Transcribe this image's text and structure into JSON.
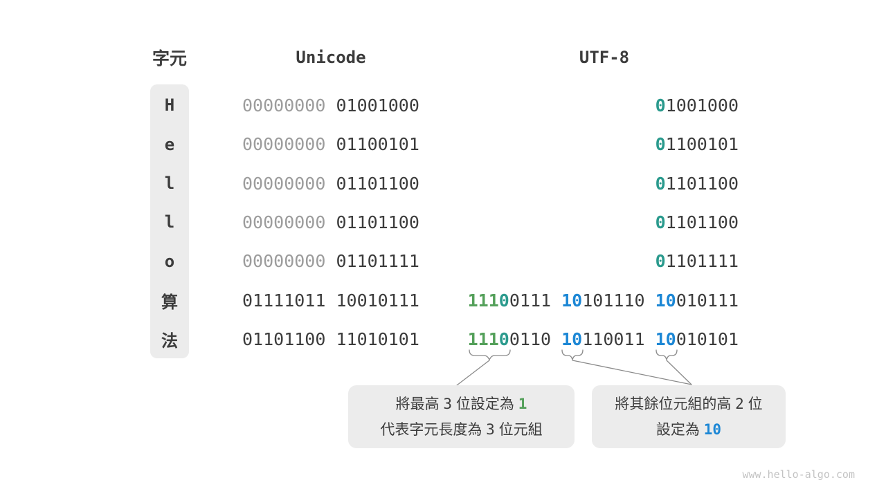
{
  "colors": {
    "dark": "#3c3c3c",
    "gray": "#9c9c9c",
    "green": "#54a05a",
    "teal": "#2a9a8d",
    "blue": "#1c87d5",
    "box": "#ececec",
    "line": "#8a8a8a",
    "watermark_color": "#c3c3c3"
  },
  "headers": {
    "char": "字元",
    "unicode": "Unicode",
    "utf8": "UTF-8"
  },
  "rows": [
    {
      "char": "H",
      "unicode": [
        {
          "t": "00000000 ",
          "c": "gray"
        },
        {
          "t": "01001000",
          "c": "dark"
        }
      ],
      "utf8": [
        {
          "t": "0",
          "c": "teal"
        },
        {
          "t": "1001000",
          "c": "dark"
        }
      ]
    },
    {
      "char": "e",
      "unicode": [
        {
          "t": "00000000 ",
          "c": "gray"
        },
        {
          "t": "01100101",
          "c": "dark"
        }
      ],
      "utf8": [
        {
          "t": "0",
          "c": "teal"
        },
        {
          "t": "1100101",
          "c": "dark"
        }
      ]
    },
    {
      "char": "l",
      "unicode": [
        {
          "t": "00000000 ",
          "c": "gray"
        },
        {
          "t": "01101100",
          "c": "dark"
        }
      ],
      "utf8": [
        {
          "t": "0",
          "c": "teal"
        },
        {
          "t": "1101100",
          "c": "dark"
        }
      ]
    },
    {
      "char": "l",
      "unicode": [
        {
          "t": "00000000 ",
          "c": "gray"
        },
        {
          "t": "01101100",
          "c": "dark"
        }
      ],
      "utf8": [
        {
          "t": "0",
          "c": "teal"
        },
        {
          "t": "1101100",
          "c": "dark"
        }
      ]
    },
    {
      "char": "o",
      "unicode": [
        {
          "t": "00000000 ",
          "c": "gray"
        },
        {
          "t": "01101111",
          "c": "dark"
        }
      ],
      "utf8": [
        {
          "t": "0",
          "c": "teal"
        },
        {
          "t": "1101111",
          "c": "dark"
        }
      ]
    },
    {
      "char": "算",
      "unicode": [
        {
          "t": "01111011 10010111",
          "c": "dark"
        }
      ],
      "utf8": [
        {
          "t": "111",
          "c": "green"
        },
        {
          "t": "0",
          "c": "teal"
        },
        {
          "t": "0111 ",
          "c": "dark"
        },
        {
          "t": "10",
          "c": "blue"
        },
        {
          "t": "101110 ",
          "c": "dark"
        },
        {
          "t": "10",
          "c": "blue"
        },
        {
          "t": "010111",
          "c": "dark"
        }
      ]
    },
    {
      "char": "法",
      "unicode": [
        {
          "t": "01101100 11010101",
          "c": "dark"
        }
      ],
      "utf8": [
        {
          "t": "111",
          "c": "green"
        },
        {
          "t": "0",
          "c": "teal"
        },
        {
          "t": "0110 ",
          "c": "dark"
        },
        {
          "t": "10",
          "c": "blue"
        },
        {
          "t": "110011 ",
          "c": "dark"
        },
        {
          "t": "10",
          "c": "blue"
        },
        {
          "t": "010101",
          "c": "dark"
        }
      ]
    }
  ],
  "callouts": {
    "three_byte_prefix": {
      "line1": [
        {
          "t": "將最高 ",
          "c": "dark"
        },
        {
          "t": "3",
          "c": "num"
        },
        {
          "t": " 位設定為 ",
          "c": "dark"
        },
        {
          "t": "1",
          "c": "num-green"
        }
      ],
      "line2": [
        {
          "t": "代表字元長度為 ",
          "c": "dark"
        },
        {
          "t": "3",
          "c": "num"
        },
        {
          "t": " 位元組",
          "c": "dark"
        }
      ]
    },
    "continuation_prefix": {
      "line1": [
        {
          "t": "將其餘位元組的高 ",
          "c": "dark"
        },
        {
          "t": "2",
          "c": "num"
        },
        {
          "t": " 位",
          "c": "dark"
        }
      ],
      "line2": [
        {
          "t": "設定為 ",
          "c": "dark"
        },
        {
          "t": "10",
          "c": "num-blue"
        }
      ]
    }
  },
  "watermark": "www.hello-algo.com"
}
